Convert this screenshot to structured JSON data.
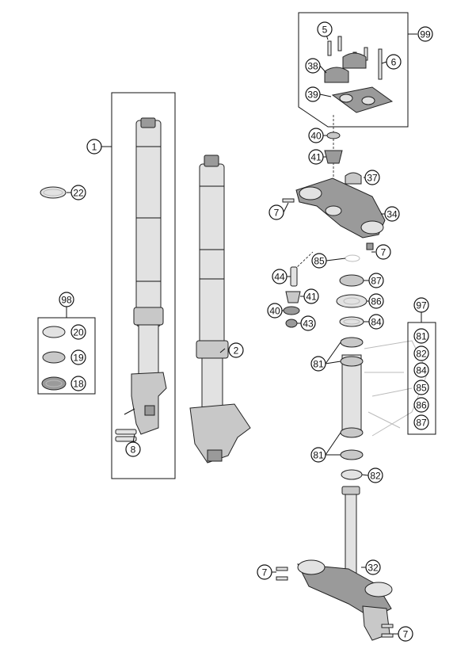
{
  "callouts": {
    "c1": "1",
    "c2": "2",
    "c5": "5",
    "c6": "6",
    "c7a": "7",
    "c7b": "7",
    "c7c": "7",
    "c7d": "7",
    "c8": "8",
    "c18": "18",
    "c19": "19",
    "c20": "20",
    "c22": "22",
    "c32": "32",
    "c34": "34",
    "c37": "37",
    "c38": "38",
    "c39": "39",
    "c40a": "40",
    "c40b": "40",
    "c41a": "41",
    "c41b": "41",
    "c43": "43",
    "c44": "44",
    "c81a": "81",
    "c81b": "81",
    "c82": "82",
    "c84": "84",
    "c85": "85",
    "c86": "86",
    "c87": "87",
    "c97": "97",
    "c98": "98",
    "c99": "99"
  },
  "kit97": [
    "81",
    "82",
    "84",
    "85",
    "86",
    "87"
  ]
}
